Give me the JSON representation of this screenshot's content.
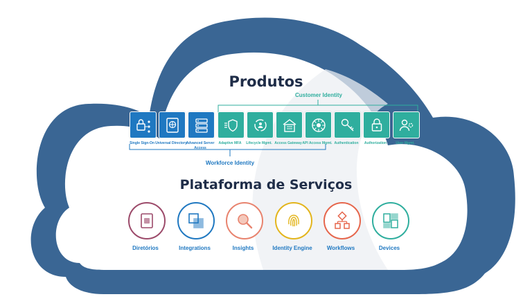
{
  "title": "Produtos",
  "platform_title": "Plataforma de Serviços",
  "customer_identity_label": "Customer Identity",
  "workforce_identity_label": "Workforce Identity",
  "colors": {
    "cloud": "#3a6694",
    "blue": "#1f78c1",
    "teal": "#2fae9e",
    "dark": "#1f2d48"
  },
  "products": [
    {
      "icon": "single-sign-on-icon",
      "label": "Single Sign-On",
      "color": "blue"
    },
    {
      "icon": "universal-directory-icon",
      "label": "Universal Directory",
      "color": "blue"
    },
    {
      "icon": "server-access-icon",
      "label": "Advanced Server Access",
      "color": "blue"
    },
    {
      "icon": "adaptive-mfa-icon",
      "label": "Adaptive MFA",
      "color": "teal"
    },
    {
      "icon": "lifecycle-icon",
      "label": "Lifecycle Mgmt.",
      "color": "teal"
    },
    {
      "icon": "access-gateway-icon",
      "label": "Access Gateway",
      "color": "teal"
    },
    {
      "icon": "api-access-icon",
      "label": "API Access Mgmt.",
      "color": "teal"
    },
    {
      "icon": "authentication-icon",
      "label": "Authentication",
      "color": "teal"
    },
    {
      "icon": "authorization-icon",
      "label": "Authorization",
      "color": "teal"
    },
    {
      "icon": "user-mgmt-icon",
      "label": "User Mgmt.",
      "color": "teal"
    }
  ],
  "services": [
    {
      "icon": "directory-icon",
      "label": "Diretórios",
      "color": "#9c4a6a"
    },
    {
      "icon": "integrations-icon",
      "label": "Integrations",
      "color": "#1f78c1"
    },
    {
      "icon": "insights-icon",
      "label": "Insights",
      "color": "#e8836e"
    },
    {
      "icon": "fingerprint-icon",
      "label": "Identity Engine",
      "color": "#e3b51c"
    },
    {
      "icon": "workflows-icon",
      "label": "Workflows",
      "color": "#e6664c"
    },
    {
      "icon": "devices-icon",
      "label": "Devices",
      "color": "#2fae9e"
    }
  ]
}
